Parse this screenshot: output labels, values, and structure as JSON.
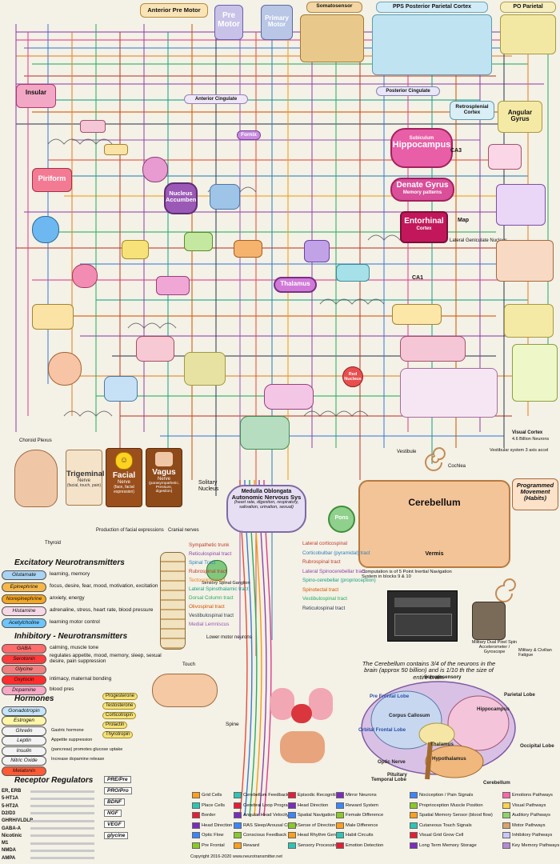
{
  "top": {
    "somatosensory": "Somatosensor",
    "pps_cortex": "PPS Posterior Parietal Cortex",
    "po_parietal": "PO Parietal",
    "anterior_pre_motor": "Anterior Pre Motor",
    "pre_motor": "Pre Motor",
    "primary_motor": "Primary Motor",
    "posterior_cingulate": "Posterior Cingulate",
    "anterior_cingulate": "Anterior Cingulate",
    "insular": "Insular",
    "retrosplenial": "Retrosplenial Cortex",
    "angular_gyrus": "Angular Gyrus"
  },
  "limbic": {
    "hippocampus": "Hippocampus",
    "hippocampus_sub": "Subiculum",
    "dentate": "Denate Gyrus",
    "dentate_sub": "Memory patterns",
    "entorhinal": "Entorhinal",
    "entorhinal_sub": "Cortex",
    "fornix": "Fornix",
    "nucleus_accumbens": "Nucleus Accumbens",
    "thalamus": "Thalamus",
    "piriform": "Piriform",
    "lateral_geniculate": "Lateral Geniculate Nucleus",
    "red_nucleus": "Red Nucleus",
    "ca1": "CA1",
    "ca3": "CA3",
    "map": "Map"
  },
  "cranial": {
    "trigeminal": "Trigeminal",
    "trigeminal_sub": "Nerve",
    "trigeminal_desc": "(facial, touch, pain)",
    "facial": "Facial",
    "facial_sub": "Nerve",
    "facial_desc": "(face, facial expression)",
    "vagus": "Vagus",
    "vagus_sub": "Nerve",
    "vagus_desc": "(parasympathetic, Pressure, digestion)",
    "solitary": "Solitary Nucleus",
    "medulla": "Medulla Oblongata",
    "ans": "Autonomic Nervous Sys",
    "ans_desc": "(heart rate, digestion, respiratory, salivation, urination, sexual)",
    "cerebellum": "Cerebellum",
    "vermis": "Vermis",
    "pons": "Pons",
    "choroid": "Choroid Plexus",
    "production_fear": "Production of facial expressions",
    "vestibule": "Vestibule",
    "cochlea": "Cochlea",
    "thyroid": "Thyroid",
    "cranial_nerves": "Cranial nerves"
  },
  "right": {
    "programmed_movement": "Programmed Movement (Habits)",
    "visual_cortex": "Visual Cortex",
    "visual_cortex_desc": "4.6 Billion Neurons",
    "vision_desc": "Vestibular system 3 axis accel",
    "mri_caption": "Military & Civilian Fatigue",
    "camera_note": "Military Dual Pixel Spin Accelerometer / Gyroscope"
  },
  "excitatory": {
    "title": "Excitatory Neurotransmitters",
    "items": [
      {
        "name": "Glutamate",
        "desc": "learning, memory",
        "color": "#a9d3f2"
      },
      {
        "name": "Epinephrine",
        "desc": "focus, desire, fear, mood, motivation, excitation",
        "color": "#f6b84b"
      },
      {
        "name": "Norepinephrine",
        "desc": "anxiety, energy",
        "color": "#f5a623"
      },
      {
        "name": "Histamine",
        "desc": "adrenaline, stress, heart rate, blood pressure",
        "color": "#f7d8e6"
      },
      {
        "name": "Acetylcholine",
        "desc": "learning motor control",
        "color": "#6ec6ff"
      }
    ]
  },
  "inhibitory": {
    "title": "Inhibitory - Neurotransmitters",
    "items": [
      {
        "name": "GABA",
        "desc": "calming, muscle tone",
        "color": "#ff6b6b"
      },
      {
        "name": "Serotonin",
        "desc": "regulates appetite, mood, memory, sleep, sexual desire, pain suppression",
        "color": "#ff3b3b"
      },
      {
        "name": "Glycine",
        "desc": "",
        "color": "#f08080"
      },
      {
        "name": "Oxytocin",
        "desc": "intimacy, maternal bonding",
        "color": "#ff2d2d"
      },
      {
        "name": "Dopamine",
        "desc": "blood pres",
        "color": "#f7a8c5"
      }
    ]
  },
  "hormones": {
    "title": "Hormones",
    "items": [
      {
        "name": "Gonadotropin",
        "color": "#c7e5f9"
      },
      {
        "name": "Estrogen",
        "color": "#fff6a8"
      },
      {
        "name": "Ghrelin",
        "color": "#f3f3f3"
      },
      {
        "name": "Leptin",
        "color": "#f3f3f3"
      },
      {
        "name": "Insulin",
        "color": "#f3f3f3"
      },
      {
        "name": "Nitric Oxide",
        "color": "#f3f3f3"
      },
      {
        "name": "Melatonin",
        "color": "#ff5a36"
      }
    ],
    "side_labels": [
      "Progesterone",
      "Testosterone",
      "Corticotropin",
      "Prolactin",
      "Thyrotropin"
    ],
    "notes": [
      "Gastric hormone",
      "Appetite suppression",
      "(pancreas) promotes glucose uptake",
      "Increase dopamine release"
    ]
  },
  "receptors": {
    "title": "Receptor Regulators",
    "rows": [
      "ER, ERB",
      "5-HT1A",
      "5-HT2A",
      "D2/D3",
      "GHRH/VLDLR",
      "GABA-A",
      "Nicotinic",
      "M1",
      "NMDA",
      "AMPA"
    ],
    "right_col": [
      "PRE/Pre",
      "PRO/Pro",
      "BDNF",
      "NGF",
      "VEGF",
      "glycine"
    ]
  },
  "spinal": {
    "tracts": [
      "Sympathetic trunk",
      "Reticulospinal tract",
      "Spinal Tract",
      "Rubrospinal tract",
      "Tectospinal tract",
      "Lateral Spinothalamic tract",
      "Dorsal Column tract",
      "Olivospinal tract",
      "Vestibulospinal tract",
      "Medial Lemniscus"
    ],
    "tracts2": [
      "Lateral corticospinal",
      "Corticobulbar (pyramidal) tract",
      "Rubrospinal tract",
      "Lateral Spinocerebellar tract",
      "Spino-cerebellar (proprioception)",
      "Spinotectal tract",
      "Vestibulospinal tract",
      "Reticulospinal tract"
    ],
    "lower_motor": "Lower motor neurons",
    "sensory_ganglion": "Sensory Spinal Ganglion",
    "spine": "Spine",
    "touch": "Touch"
  },
  "cerebellum_caption": "The Cerebellum contains 3/4 of the neurons in the brain (approx 50 billion) and is 1/10 th the size of entire brain.",
  "computation_note": "Computation is of 5 Point Inertial Navigation System in blocks 9 & 10",
  "brain_labels": [
    "Somatosensory",
    "Pre Frontal Lobe",
    "Corpus Callosum",
    "Thalamus",
    "Hypothalamus",
    "Optic Nerve",
    "Pituitary",
    "Temporal Lobe",
    "Cerebellum",
    "Occipital Lobe",
    "Parietal Lobe",
    "Hippocampus",
    "Orbital Frontal Lobe"
  ],
  "key": {
    "col1": [
      "Grid Cells",
      "Place Cells",
      "Border",
      "Head Direction",
      "Optic Flow",
      "Pre Frontal"
    ],
    "col2": [
      "Cerebellum Feedback",
      "Cerebral Loop Programs",
      "Angular Head Velocity",
      "RAS Sleep/Arousal Circuit",
      "Conscious Feedback",
      "Reward"
    ],
    "col3": [
      "Episodic Recognition",
      "Head Direction",
      "Spatial Navigation",
      "Sense of Direction",
      "Head Rhythm Gen",
      "Sensory Processing"
    ],
    "col4": [
      "Mirror Neurons",
      "Reward System",
      "Female Difference",
      "Male Difference",
      "Habit Circuits",
      "Emotion Detection"
    ],
    "col5": [
      "Nociception / Pain Signals",
      "Proprioception Muscle Position",
      "Spatial Memory Sensor (blood flow)",
      "Cutaneous Touch Signals",
      "Visual Grid Grow Cell",
      "Long Term Memory Storage"
    ],
    "col6": [
      "Emotions Pathways",
      "Visual Pathways",
      "Auditory Pathways",
      "Motor Pathways",
      "Inhibitory Pathways",
      "Key Memory Pathways"
    ],
    "col6_colors": [
      "#ff66aa",
      "#ffd24d",
      "#8bd46a",
      "#d9a36b",
      "#c8c8ff",
      "#b48ad6"
    ],
    "copyright": "Copyright 2016-2020 www.neurotransmitter.net"
  }
}
